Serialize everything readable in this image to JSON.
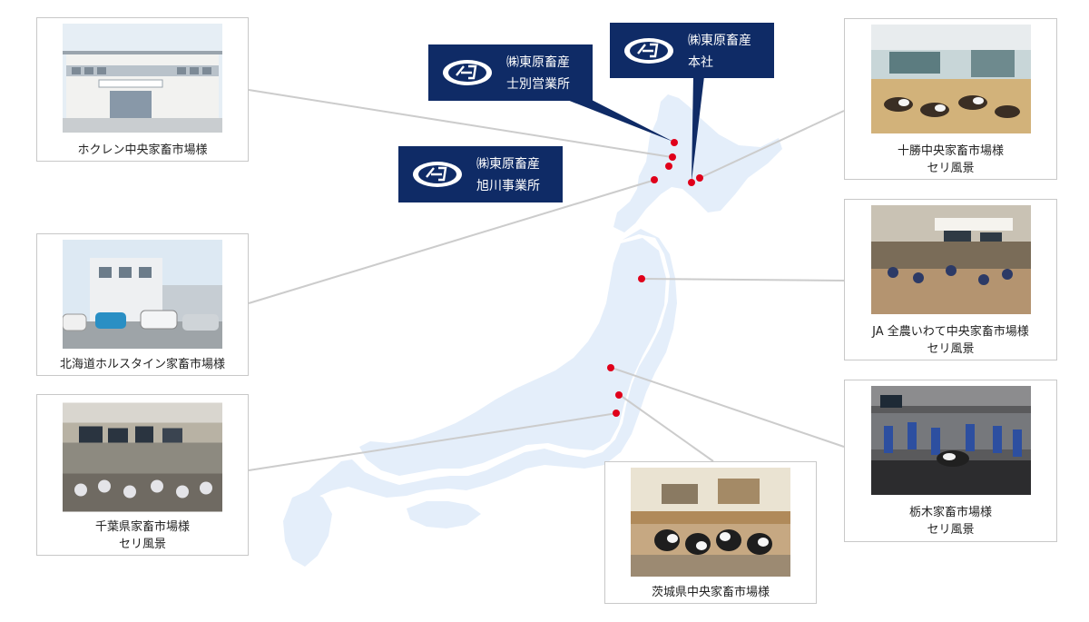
{
  "offices": [
    {
      "id": "honsha",
      "line1": "㈱東原畜産",
      "line2": "本社"
    },
    {
      "id": "shibetsu",
      "line1": "㈱東原畜産",
      "line2": "士別営業所"
    },
    {
      "id": "asahikawa",
      "line1": "㈱東原畜産",
      "line2": "旭川事業所"
    }
  ],
  "markets": [
    {
      "id": "hokuren",
      "lines": [
        "ホクレン中央家畜市場様"
      ]
    },
    {
      "id": "holstein",
      "lines": [
        "北海道ホルスタイン家畜市場様"
      ]
    },
    {
      "id": "chiba",
      "lines": [
        "千葉県家畜市場様",
        "セリ風景"
      ]
    },
    {
      "id": "tokachi",
      "lines": [
        "十勝中央家畜市場様",
        "セリ風景"
      ]
    },
    {
      "id": "iwate",
      "lines": [
        "JA 全農いわて中央家畜市場様",
        "セリ風景"
      ]
    },
    {
      "id": "tochigi",
      "lines": [
        "栃木家畜市場様",
        "セリ風景"
      ]
    },
    {
      "id": "ibaraki",
      "lines": [
        "茨城県中央家畜市場様"
      ]
    }
  ],
  "colors": {
    "office_bg": "#0f2b66",
    "marker": "#e0001a",
    "map_land": "#e4eefa",
    "leader_line": "#cccccc"
  }
}
